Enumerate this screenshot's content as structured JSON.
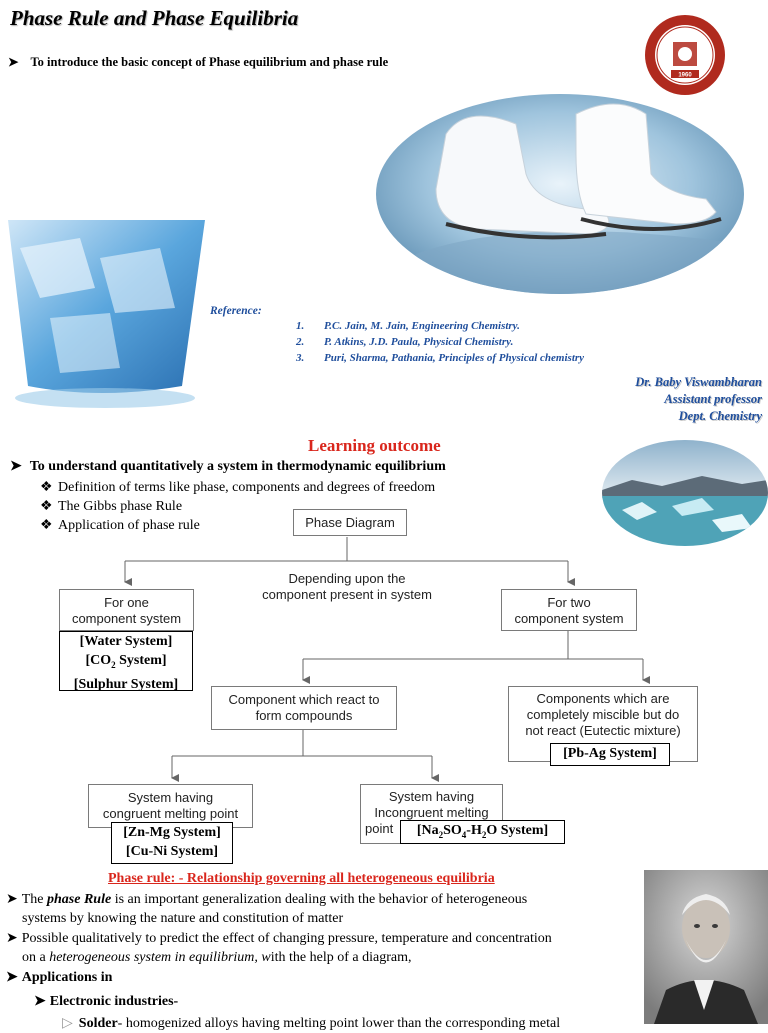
{
  "header": {
    "title": "Phase Rule and Phase Equilibria",
    "intro": "To introduce the basic concept of Phase equilibrium and phase rule"
  },
  "logo": {
    "icon": "institute-seal-icon",
    "year": "1960"
  },
  "images": {
    "skates": "ice-skates-photo",
    "glass": "water-glass-photo",
    "glacier": "glacier-lagoon-photo",
    "portrait": "gibbs-portrait-photo"
  },
  "reference": {
    "label": "Reference:",
    "items": [
      {
        "num": "1.",
        "text": "P.C. Jain, M. Jain, Engineering Chemistry."
      },
      {
        "num": "2.",
        "text": "P. Atkins, J.D. Paula, Physical Chemistry."
      },
      {
        "num": "3.",
        "text": "Puri, Sharma, Pathania, Principles of Physical chemistry"
      }
    ]
  },
  "author": {
    "name": "Dr. Baby Viswambharan",
    "role": "Assistant professor",
    "dept": "Dept. Chemistry"
  },
  "learning_outcome": {
    "title": "Learning outcome",
    "main": "To understand quantitatively a system in thermodynamic equilibrium",
    "bullets": [
      "Definition of terms like phase, components and degrees of freedom",
      "The Gibbs phase Rule",
      "Application of phase rule"
    ]
  },
  "diagram": {
    "root": "Phase Diagram",
    "depending_line1": "Depending upon the",
    "depending_line2": "component present in system",
    "one_line1": "For one",
    "one_line2": "component system",
    "one_systems": [
      "[Water System]",
      "[CO",
      "2",
      " System]",
      "[Sulphur System]"
    ],
    "two_line1": "For two",
    "two_line2": "component system",
    "react_line1": "Component which react to",
    "react_line2": "form compounds",
    "miscible_line1": "Components which are",
    "miscible_line2": "completely miscible but do",
    "miscible_line3": "not react (Eutectic mixture)",
    "miscible_system": "[Pb-Ag System]",
    "congruent_line1": "System having",
    "congruent_line2": "congruent melting point",
    "congruent_systems": [
      "[Zn-Mg System]",
      "[Cu-Ni System]"
    ],
    "incongruent_line1": "System having",
    "incongruent_line2": "Incongruent melting",
    "incongruent_line3": "point",
    "incongruent_system": [
      "[Na",
      "2",
      "SO",
      "4",
      "-H",
      "2",
      "O System]"
    ]
  },
  "phase_rule": {
    "title": "Phase rule: - Relationship governing all heterogeneous equilibria",
    "p1_pre": "The ",
    "p1_em": "phase Rule",
    "p1_post": " is an important generalization dealing with the behavior of heterogeneous",
    "p1_line2": "systems by knowing the nature and constitution of matter",
    "p2_line1": "Possible qualitatively to predict the effect of changing pressure, temperature and concentration",
    "p2_pre": "on a ",
    "p2_em": "heterogeneous system in equilibrium, w",
    "p2_post": "ith the help of a diagram,",
    "applications": "Applications in",
    "electronic": "Electronic industries-",
    "solder_bold": "Solder",
    "solder_rest": "- homogenized alloys having melting point lower than the corresponding metal"
  }
}
